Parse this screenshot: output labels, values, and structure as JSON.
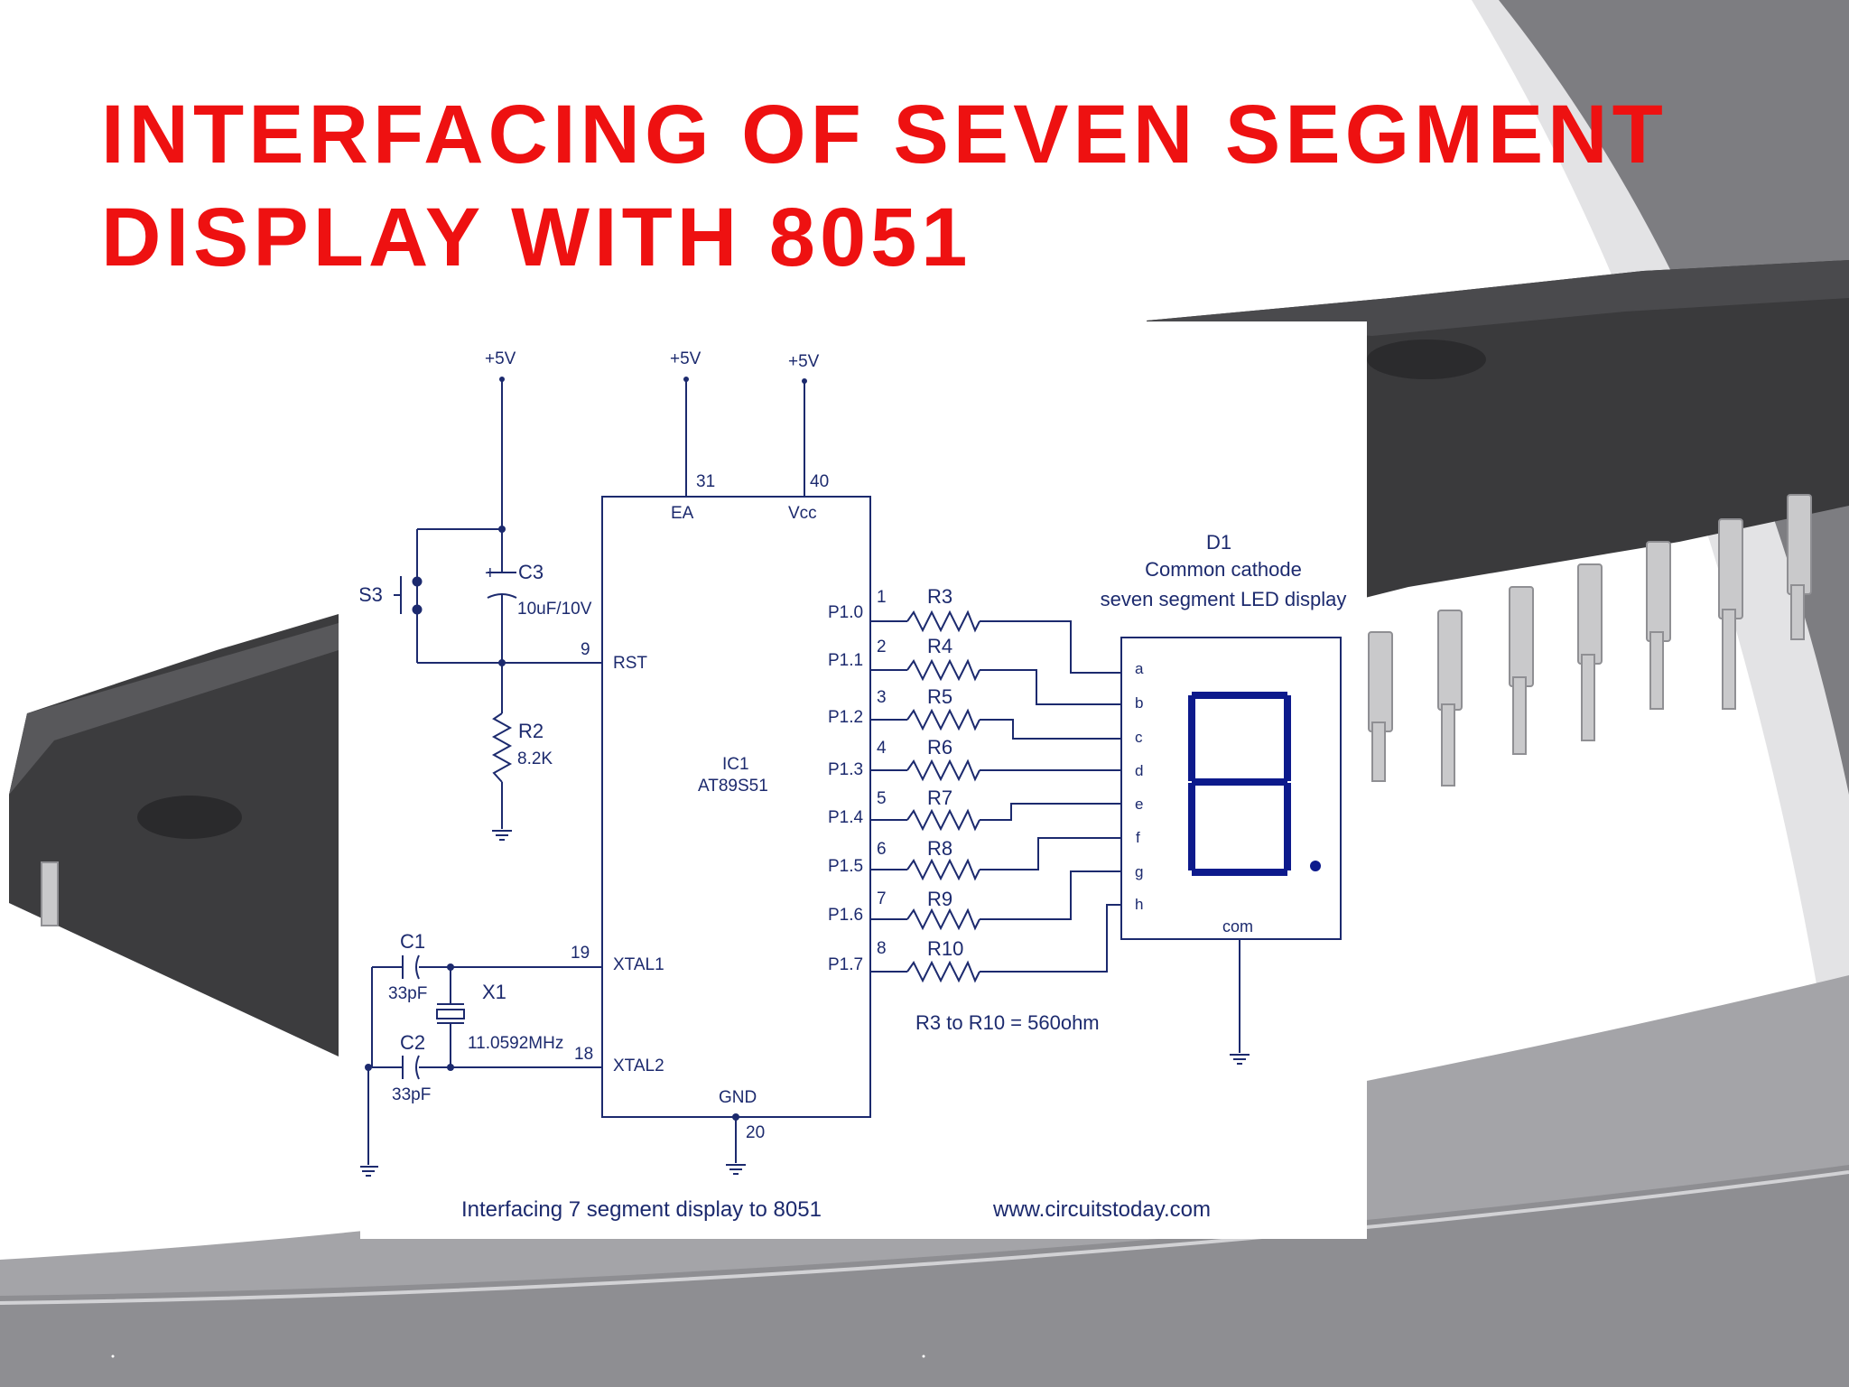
{
  "slide": {
    "title_line1": "INTERFACING OF SEVEN SEGMENT",
    "title_line2": "DISPLAY WITH 8051",
    "colors": {
      "title": "#ee1111",
      "schematic_ink": "#1c2a6e",
      "display_segments": "#0d1a8c",
      "chip_body": "#3b3b3d",
      "band_gray": "#9a9a9e"
    }
  },
  "schematic": {
    "supply": {
      "rst_supply": "+5V",
      "ea_supply": "+5V",
      "vcc_supply": "+5V"
    },
    "switch": {
      "label": "S3"
    },
    "c3": {
      "name": "C3",
      "value": "10uF/10V",
      "polarity": "+"
    },
    "r2": {
      "name": "R2",
      "value": "8.2K"
    },
    "c1": {
      "name": "C1",
      "value": "33pF"
    },
    "c2": {
      "name": "C2",
      "value": "33pF"
    },
    "x1": {
      "name": "X1",
      "value": "11.0592MHz"
    },
    "ic": {
      "designator": "IC1",
      "part": "AT89S51",
      "pin_ea_num": "31",
      "pin_ea": "EA",
      "pin_vcc_num": "40",
      "pin_vcc": "Vcc",
      "pin_rst_num": "9",
      "pin_rst": "RST",
      "pin_xtal1_num": "19",
      "pin_xtal1": "XTAL1",
      "pin_xtal2_num": "18",
      "pin_xtal2": "XTAL2",
      "pin_gnd": "GND",
      "pin_gnd_num": "20"
    },
    "port_lines": [
      {
        "pin_num": "1",
        "port": "P1.0",
        "resistor": "R3",
        "segment": "a"
      },
      {
        "pin_num": "2",
        "port": "P1.1",
        "resistor": "R4",
        "segment": "b"
      },
      {
        "pin_num": "3",
        "port": "P1.2",
        "resistor": "R5",
        "segment": "c"
      },
      {
        "pin_num": "4",
        "port": "P1.3",
        "resistor": "R6",
        "segment": "d"
      },
      {
        "pin_num": "5",
        "port": "P1.4",
        "resistor": "R7",
        "segment": "e"
      },
      {
        "pin_num": "6",
        "port": "P1.5",
        "resistor": "R8",
        "segment": "f"
      },
      {
        "pin_num": "7",
        "port": "P1.6",
        "resistor": "R9",
        "segment": "g"
      },
      {
        "pin_num": "8",
        "port": "P1.7",
        "resistor": "R10",
        "segment": "h"
      }
    ],
    "display": {
      "designator": "D1",
      "type_line1": "Common cathode",
      "type_line2": "seven segment LED display",
      "com_label": "com"
    },
    "resistor_note": "R3 to R10 = 560ohm",
    "caption": "Interfacing 7 segment display to 8051",
    "source": "www.circuitstoday.com"
  }
}
